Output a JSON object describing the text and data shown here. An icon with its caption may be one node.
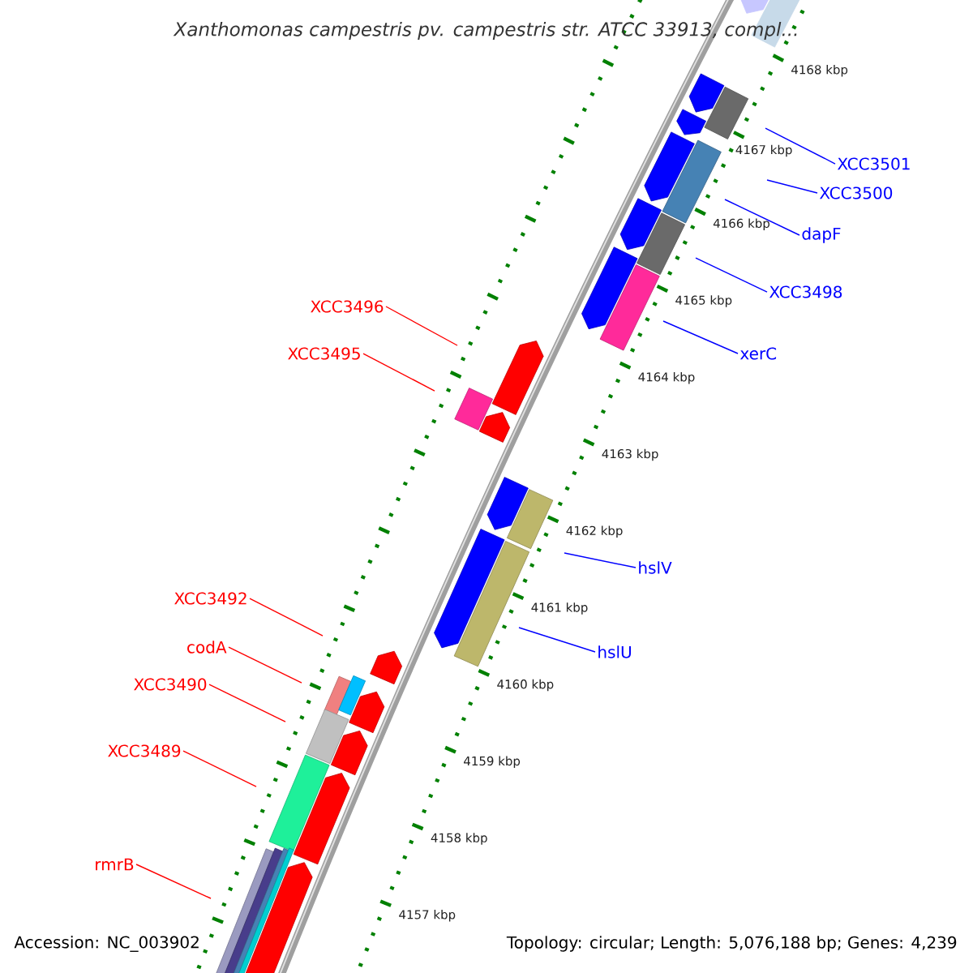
{
  "diagram": {
    "title": "Xanthomonas campestris pv. campestris str. ATCC 33913, compl...",
    "nodes": [
      {
        "text": [
          "XCC3501"
        ]
      },
      {
        "text": [
          "XCC3500"
        ]
      },
      {
        "text": [
          "dapF"
        ]
      },
      {
        "text": [
          "XCC3498"
        ]
      },
      {
        "text": [
          "XCC3496"
        ]
      },
      {
        "text": [
          "XCC3495"
        ]
      },
      {
        "text": [
          "xerC"
        ]
      },
      {
        "text": [
          "hslV"
        ]
      },
      {
        "text": [
          "XCC3492"
        ]
      },
      {
        "text": [
          "codA"
        ]
      },
      {
        "text": [
          "hslU"
        ]
      },
      {
        "text": [
          "XCC3490"
        ]
      },
      {
        "text": [
          "XCC3489"
        ]
      },
      {
        "text": [
          "rmrB"
        ]
      }
    ],
    "edges": [
      {
        "from": 0,
        "to": null,
        "arrow": "none"
      },
      {
        "from": 1,
        "to": null,
        "arrow": "none"
      },
      {
        "from": 2,
        "to": null,
        "arrow": "none"
      },
      {
        "from": 3,
        "to": null,
        "arrow": "none"
      },
      {
        "from": 4,
        "to": null,
        "arrow": "none",
        "color": "#ff0000"
      },
      {
        "from": 5,
        "to": null,
        "arrow": "none",
        "color": "#ff0000"
      },
      {
        "from": 6,
        "to": null,
        "arrow": "none"
      },
      {
        "from": 7,
        "to": null,
        "arrow": "none"
      },
      {
        "from": 8,
        "to": null,
        "arrow": "none",
        "color": "#ff0000"
      },
      {
        "from": 9,
        "to": null,
        "arrow": "none",
        "color": "#ff0000"
      },
      {
        "from": 10,
        "to": null,
        "arrow": "none"
      },
      {
        "from": 11,
        "to": null,
        "arrow": "none",
        "color": "#ff0000"
      },
      {
        "from": 12,
        "to": null,
        "arrow": "none",
        "color": "#ff0000"
      },
      {
        "from": 13,
        "to": null,
        "arrow": "none",
        "color": "#ff0000"
      }
    ],
    "labels": [
      "4168 kbp",
      "4167 kbp",
      "4166 kbp",
      "4165 kbp",
      "4164 kbp",
      "4163 kbp",
      "4162 kbp",
      "4161 kbp",
      "4160 kbp",
      "4159 kbp",
      "4158 kbp",
      "4157 kbp",
      "Accession: NC_003902",
      "Topology: circular; Length: 5,076,188 bp; Genes: 4,239"
    ]
  }
}
